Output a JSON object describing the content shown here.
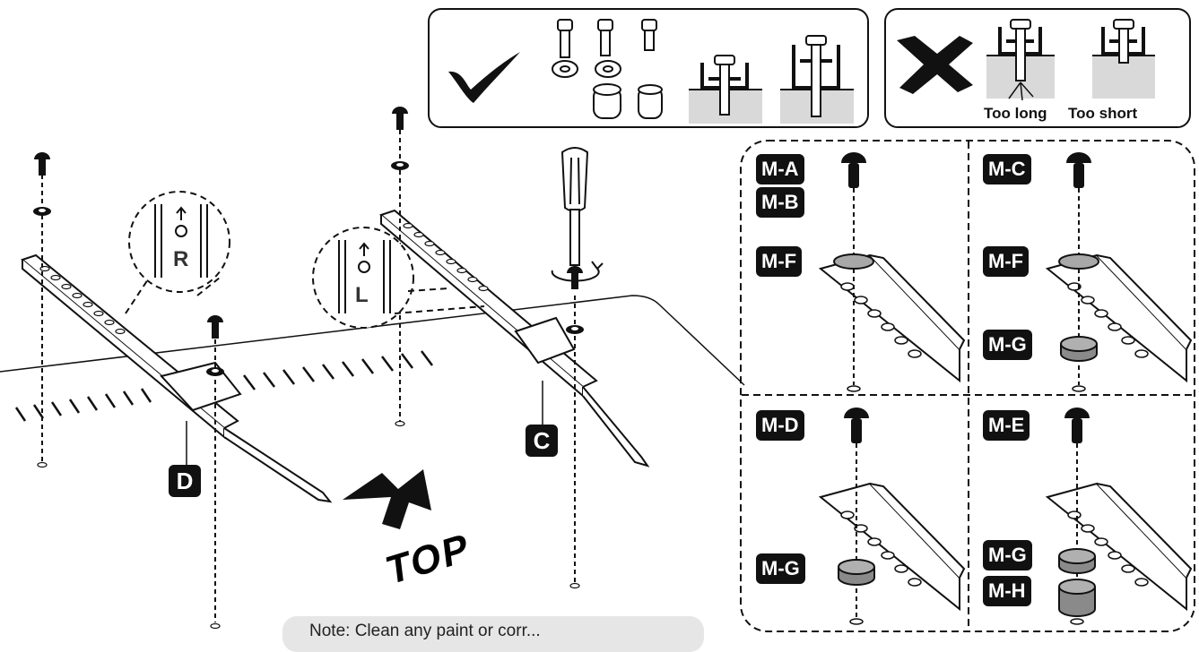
{
  "labels": {
    "rail_right": "R",
    "rail_left": "L",
    "part_c": "C",
    "part_d": "D",
    "top": "TOP",
    "too_long": "Too long",
    "too_short": "Too short",
    "note": "Note: Clean any paint or corr..."
  },
  "panels": {
    "p1": {
      "top": "M-A",
      "mid": "M-B",
      "washer": "M-F"
    },
    "p2": {
      "top": "M-C",
      "washer": "M-F",
      "spacer": "M-G"
    },
    "p3": {
      "top": "M-D",
      "spacer": "M-G"
    },
    "p4": {
      "top": "M-E",
      "spacer": "M-G",
      "spacer2": "M-H"
    }
  },
  "icons": {
    "correct": "check-icon",
    "wrong": "cross-icon",
    "tool": "screwdriver-icon",
    "direction": "arrow-up-icon"
  },
  "colors": {
    "ink": "#111111",
    "tag_bg": "#111111",
    "tag_text": "#ffffff",
    "shade": "#d9d9d9"
  }
}
